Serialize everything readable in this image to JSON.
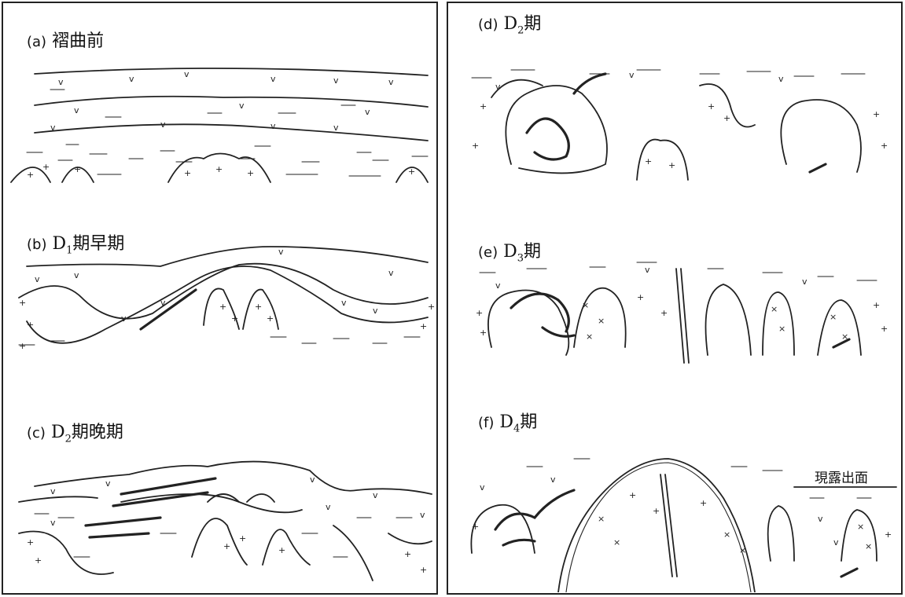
{
  "panels": {
    "a": {
      "tag": "(a)",
      "text": "褶曲前"
    },
    "b": {
      "tag": "(b)",
      "symbol": "D",
      "sub": "1",
      "text": "期早期"
    },
    "c": {
      "tag": "(c)",
      "symbol": "D",
      "sub": "2",
      "text": "期晚期"
    },
    "d": {
      "tag": "(d)",
      "symbol": "D",
      "sub": "2",
      "text": "期"
    },
    "e": {
      "tag": "(e)",
      "symbol": "D",
      "sub": "3",
      "text": "期"
    },
    "f": {
      "tag": "(f)",
      "symbol": "D",
      "sub": "4",
      "text": "期"
    }
  },
  "annotations": {
    "present_surface": "現露出面"
  },
  "symbols": {
    "volcanic": "v",
    "granite": "+",
    "intrusive": "×"
  }
}
